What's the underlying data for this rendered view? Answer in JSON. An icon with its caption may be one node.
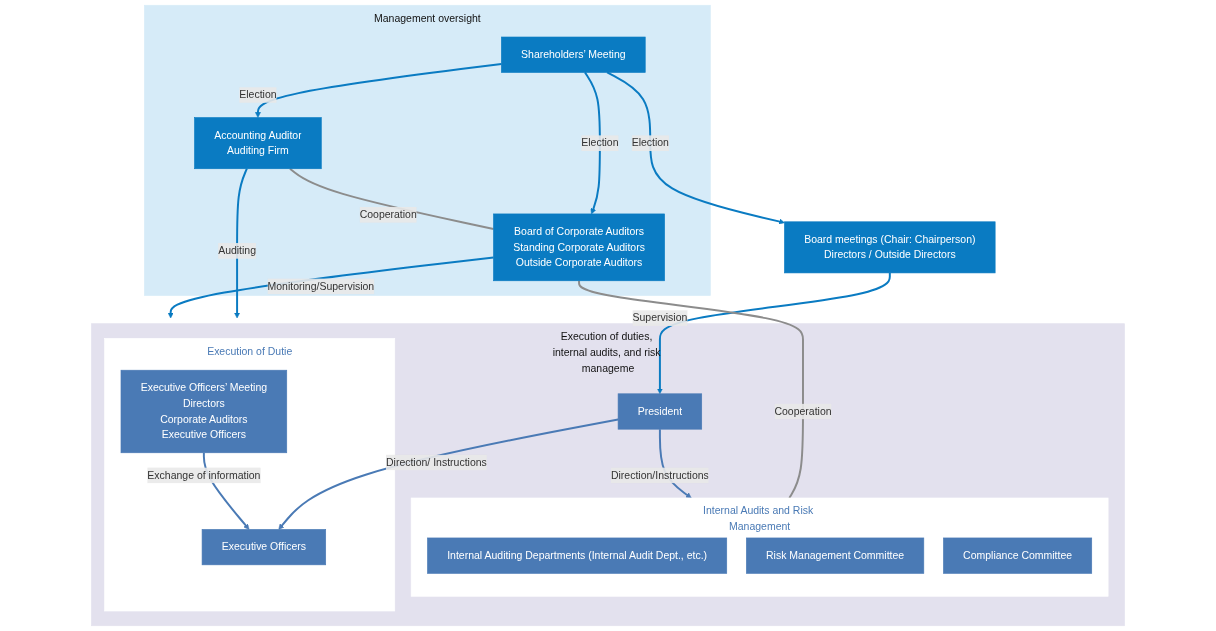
{
  "diagram": {
    "nodes": [
      {
        "text": [
          "Management oversight"
        ]
      },
      {
        "text": [
          "Shareholders’ Meeting"
        ],
        "in": 0
      },
      {
        "text": [
          "Accounting Auditor",
          "Auditing Firm"
        ],
        "in": 0
      },
      {
        "text": [
          "Board of Corporate Auditors",
          "Standing Corporate Auditors",
          "Outside Corporate Auditors"
        ],
        "in": 0
      },
      {
        "text": [
          "Board meetings (Chair: Chairperson)",
          "Directors / Outside Directors"
        ]
      },
      {
        "text": [
          "Execution of duties, internal audits, and risk manageme"
        ]
      },
      {
        "text": [
          "President"
        ],
        "in": 5
      },
      {
        "text": [
          "Internal Audits and Risk Management"
        ],
        "in": 5
      },
      {
        "text": [
          "Internal Auditing Departments (Internal Audit Dept., etc.)"
        ],
        "in": 7
      },
      {
        "text": [
          "Risk Management Committee"
        ],
        "in": 7
      },
      {
        "text": [
          "Compliance Committee"
        ],
        "in": 7
      },
      {
        "text": [
          "Execution of Dutie"
        ],
        "in": 5
      },
      {
        "text": [
          "Executive Officers’ Meeting",
          "Directors",
          "Corporate Auditors",
          "Executive Officers"
        ],
        "in": 11
      },
      {
        "text": [
          "Executive Officers"
        ],
        "in": 11
      }
    ],
    "edges": [
      {
        "from": 1,
        "to": 2,
        "arrow": "to",
        "label": "Election"
      },
      {
        "from": 1,
        "to": 3,
        "arrow": "to",
        "label": "Election"
      },
      {
        "from": 1,
        "to": 4,
        "arrow": "to",
        "label": "Election"
      },
      {
        "from": 2,
        "to": 3,
        "arrow": "none",
        "label": "Cooperation",
        "color": "#8c8c8c"
      },
      {
        "from": 2,
        "to": 5,
        "arrow": "to",
        "label": "Auditing"
      },
      {
        "from": 3,
        "to": 5,
        "arrow": "to",
        "label": "Monitoring/Supervision"
      },
      {
        "from": 4,
        "to": 6,
        "arrow": "to",
        "label": "Supervision"
      },
      {
        "from": 3,
        "to": 7,
        "arrow": "none",
        "label": "Cooperation",
        "color": "#8c8c8c"
      },
      {
        "from": 6,
        "to": 7,
        "arrow": "to",
        "label": "Direction/Instructions",
        "color": "#4a7ab5"
      },
      {
        "from": 6,
        "to": 13,
        "arrow": "to",
        "label": "Direction/ Instructions",
        "color": "#4a7ab5"
      },
      {
        "from": 12,
        "to": 13,
        "arrow": "to",
        "label": "Exchange of information",
        "color": "#4a7ab5"
      }
    ]
  }
}
